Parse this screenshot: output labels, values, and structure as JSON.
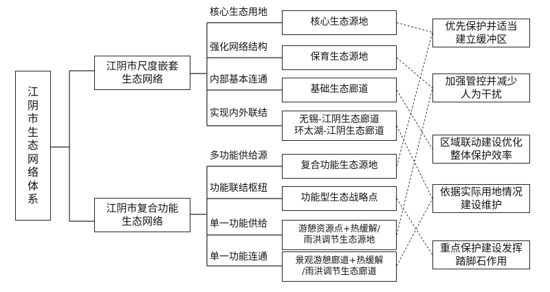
{
  "root": {
    "chars": [
      "江",
      "阴",
      "市",
      "生",
      "态",
      "网",
      "络",
      "体",
      "系"
    ]
  },
  "level1": [
    {
      "line1": "江阴市尺度嵌套",
      "line2": "生态网络"
    },
    {
      "line1": "江阴市复合功能",
      "line2": "生态网络"
    }
  ],
  "level2_labels": [
    "核心生态用地",
    "强化网络结构",
    "内部基本连通",
    "实现内外联结",
    "多功能供给源",
    "功能联结枢纽",
    "单一功能供给",
    "单一功能连通"
  ],
  "level3": [
    {
      "line1": "核心生态源地",
      "line2": ""
    },
    {
      "line1": "保育生态源地",
      "line2": ""
    },
    {
      "line1": "基础生态廊道",
      "line2": ""
    },
    {
      "line1": "无锡-江阴生态廊道",
      "line2": "环太湖-江阴生态廊道"
    },
    {
      "line1": "复合功能生态源地",
      "line2": ""
    },
    {
      "line1": "功能型生态战略点",
      "line2": ""
    },
    {
      "line1": "游憩资源点+热缓解/",
      "line2": "雨洪调节生态源地"
    },
    {
      "line1": "景观游憩廊道+热缓解",
      "line2": "/雨洪调节生态廊道"
    }
  ],
  "strategies": [
    {
      "line1": "优先保护并适当",
      "line2": "建立缓冲区"
    },
    {
      "line1": "加强管控并减少",
      "line2": "人为干扰"
    },
    {
      "line1": "区域联动建设优化",
      "line2": "整体保护效率"
    },
    {
      "line1": "依据实际用地情况",
      "line2": "建设维护"
    },
    {
      "line1": "重点保护建设发挥",
      "line2": "踏脚石作用"
    }
  ]
}
